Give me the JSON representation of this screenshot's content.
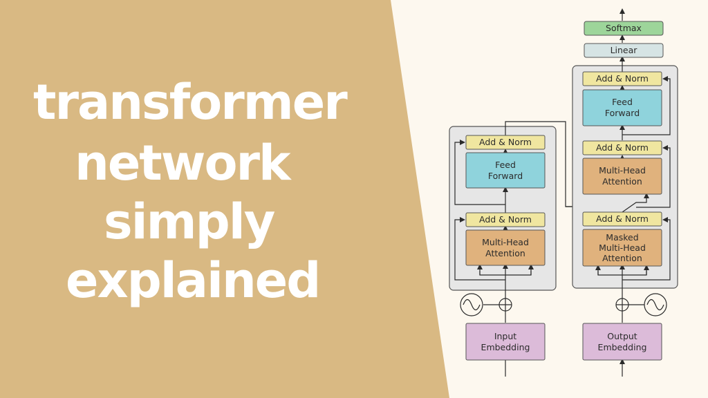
{
  "title": {
    "line1": "transformer",
    "line2": "network",
    "line3": "simply",
    "line4": "explained"
  },
  "encoder": {
    "add_norm_top": "Add & Norm",
    "feed_forward": [
      "Feed",
      "Forward"
    ],
    "add_norm_bottom": "Add & Norm",
    "attention": [
      "Multi-Head",
      "Attention"
    ],
    "embedding": [
      "Input",
      "Embedding"
    ]
  },
  "decoder": {
    "softmax": "Softmax",
    "linear": "Linear",
    "add_norm_top": "Add & Norm",
    "feed_forward": [
      "Feed",
      "Forward"
    ],
    "add_norm_mid": "Add & Norm",
    "attention": [
      "Multi-Head",
      "Attention"
    ],
    "add_norm_bottom": "Add & Norm",
    "masked_attention": [
      "Masked",
      "Multi-Head",
      "Attention"
    ],
    "embedding": [
      "Output",
      "Embedding"
    ]
  },
  "colors": {
    "panel_left": "#d9b983",
    "background": "#fdf8ef",
    "add_norm": "#f0e6a0",
    "feed_forward": "#8fd3dc",
    "attention": "#e0b27d",
    "embedding": "#dcbbd9",
    "softmax": "#9dd59a",
    "linear": "#d6e4e4",
    "stack_bg": "#e6e6e6"
  }
}
